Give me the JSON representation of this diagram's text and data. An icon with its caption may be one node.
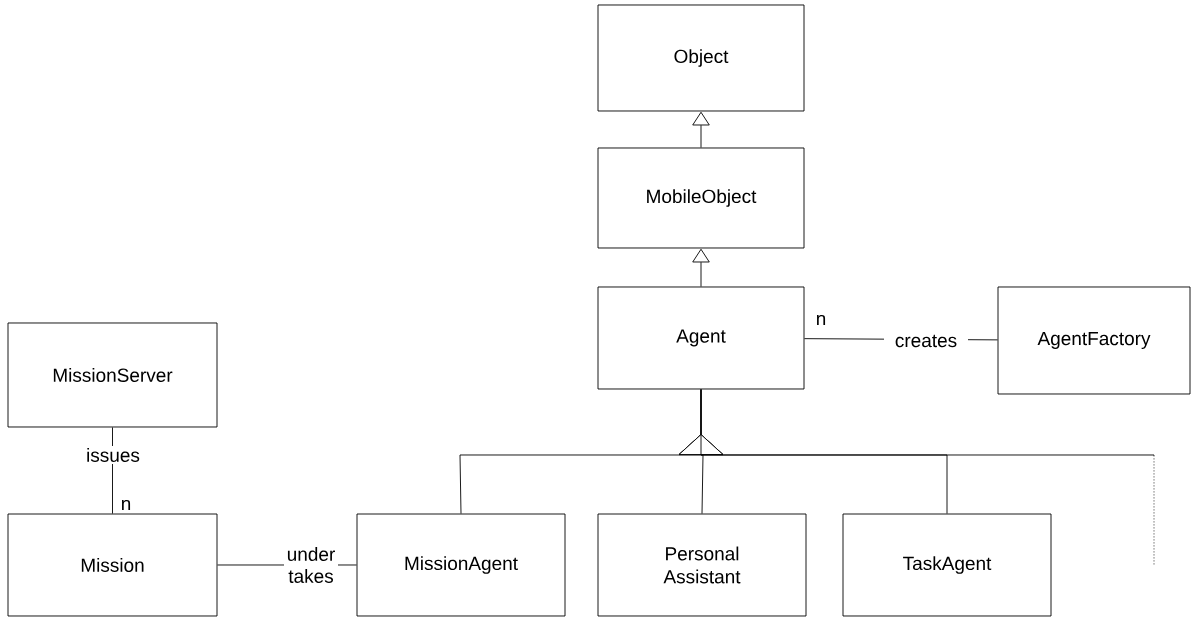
{
  "diagram": {
    "nodes": [
      {
        "text": [
          "Object"
        ]
      },
      {
        "text": [
          "MobileObject"
        ]
      },
      {
        "text": [
          "Agent"
        ]
      },
      {
        "text": [
          "AgentFactory"
        ]
      },
      {
        "text": [
          "MissionServer"
        ]
      },
      {
        "text": [
          "Mission"
        ]
      },
      {
        "text": [
          "MissionAgent"
        ]
      },
      {
        "text": [
          "Personal Assistant"
        ]
      },
      {
        "text": [
          "TaskAgent"
        ]
      }
    ],
    "edges": [
      {
        "from": 1,
        "to": 0,
        "arrow": "to"
      },
      {
        "from": 2,
        "to": 1,
        "arrow": "to"
      },
      {
        "from": 3,
        "to": 2,
        "arrow": "none",
        "label": "creates"
      },
      {
        "from": 4,
        "to": 5,
        "arrow": "none",
        "label": "issues"
      },
      {
        "from": 5,
        "to": 6,
        "arrow": "none",
        "label": "under takes"
      },
      {
        "from": 6,
        "to": 2,
        "arrow": "to"
      },
      {
        "from": 7,
        "to": 2,
        "arrow": "to"
      },
      {
        "from": 8,
        "to": 2,
        "arrow": "to"
      },
      {
        "from": 2,
        "to": null,
        "arrow": "none",
        "style": "dashed"
      }
    ],
    "labels": [
      "n",
      "n"
    ]
  }
}
